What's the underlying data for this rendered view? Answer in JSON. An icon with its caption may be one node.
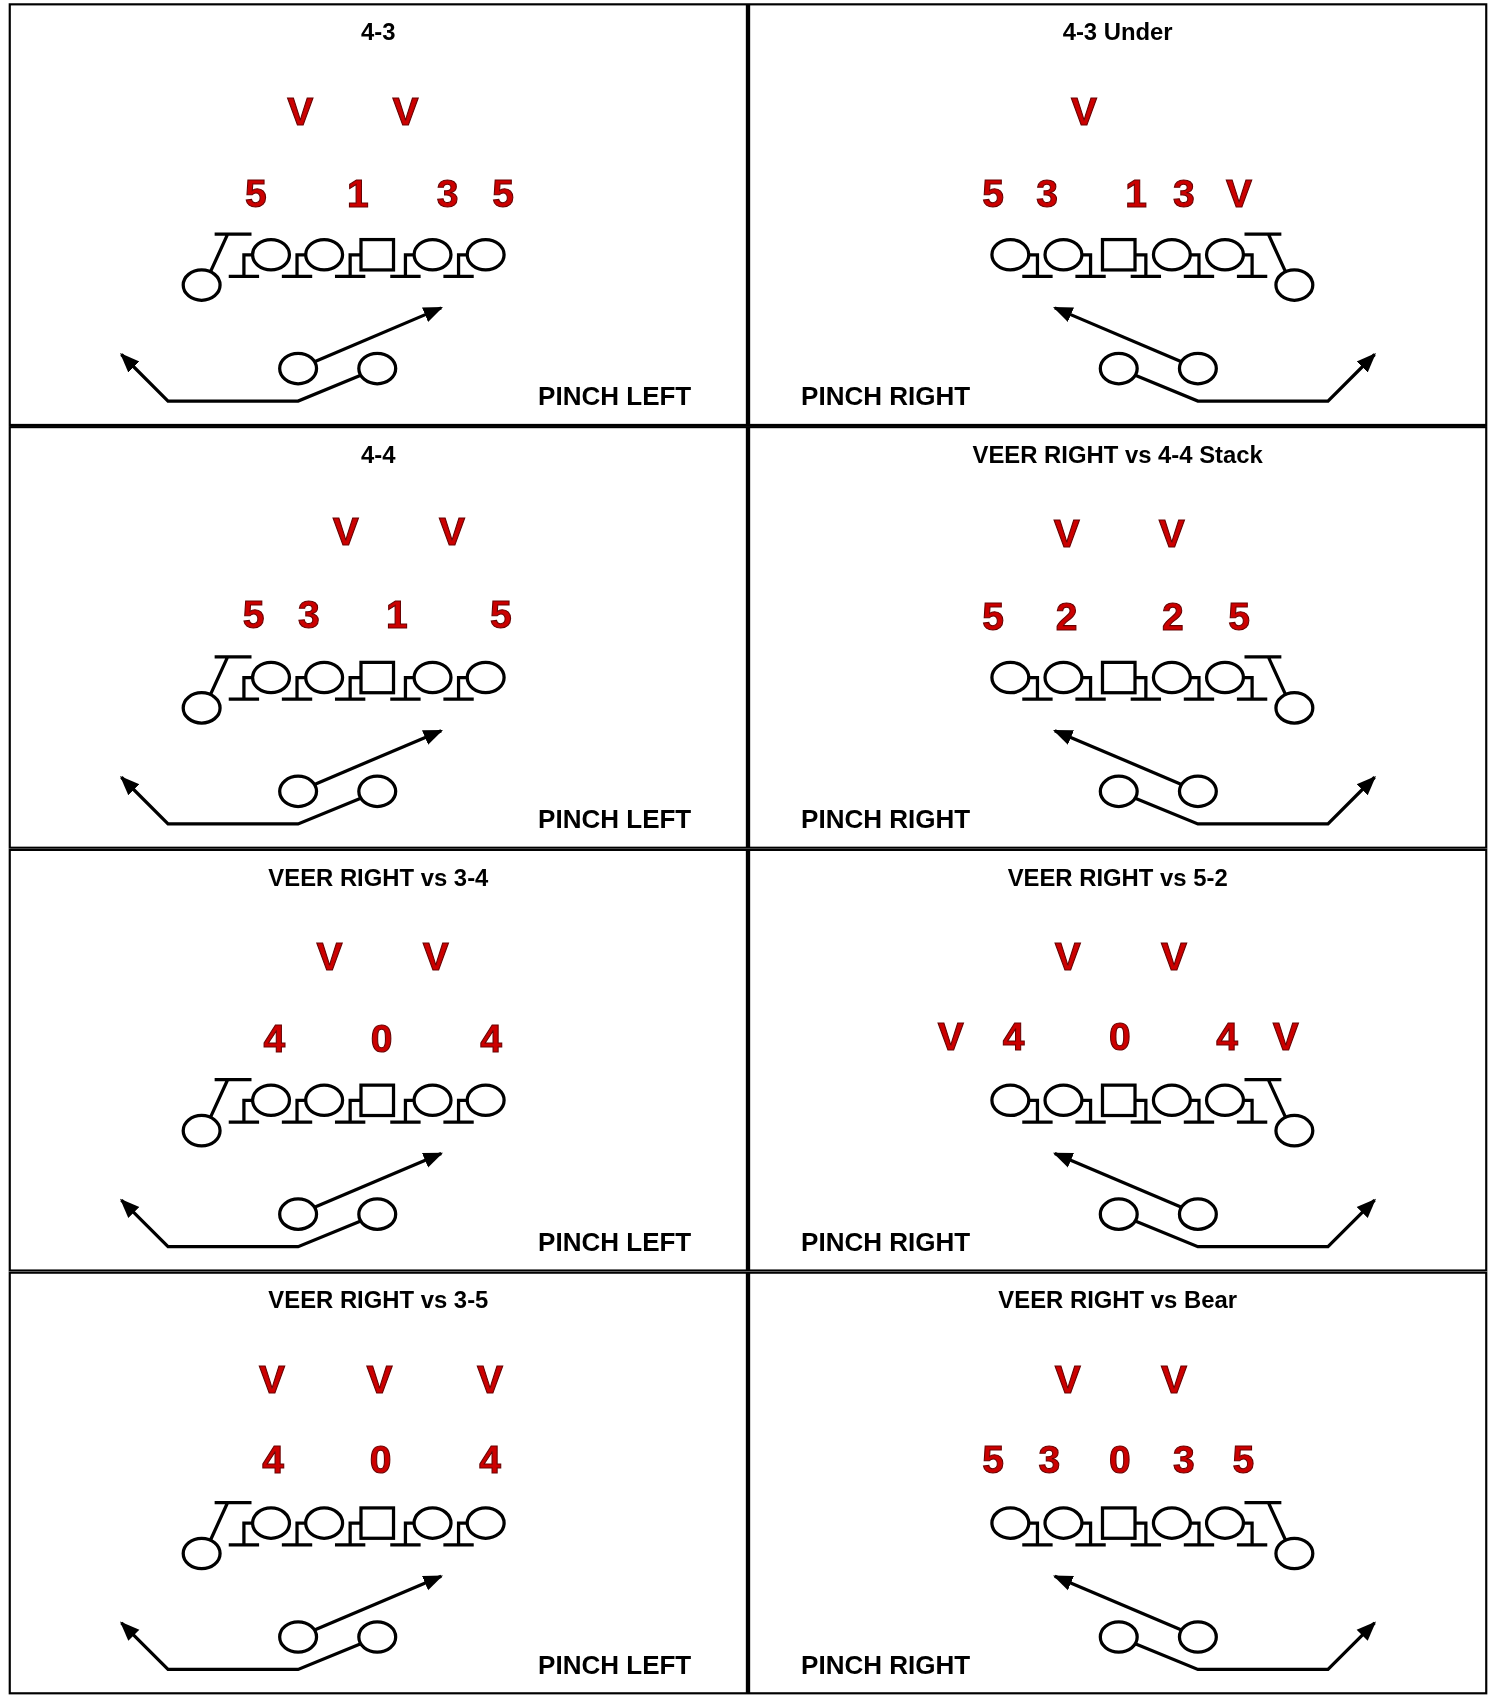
{
  "diagram": {
    "nodes": [
      {
        "text": [
          "4-3",
          "PINCH LEFT"
        ]
      },
      {
        "text": [
          "4-3 Under",
          "PINCH RIGHT"
        ]
      },
      {
        "text": [
          "4-4",
          "PINCH LEFT"
        ]
      },
      {
        "text": [
          "VEER RIGHT vs 4-4 Stack",
          "PINCH RIGHT"
        ]
      },
      {
        "text": [
          "VEER RIGHT vs 3-4",
          "PINCH LEFT"
        ]
      },
      {
        "text": [
          "VEER RIGHT vs 5-2",
          "PINCH RIGHT"
        ]
      },
      {
        "text": [
          "VEER RIGHT vs 3-5",
          "PINCH LEFT"
        ]
      },
      {
        "text": [
          "VEER RIGHT vs Bear",
          "PINCH RIGHT"
        ]
      },
      {
        "text": [],
        "shape": "circle",
        "in": 0
      },
      {
        "text": [],
        "shape": "circle",
        "in": 0
      },
      {
        "text": [],
        "shape": "circle",
        "in": 1
      },
      {
        "text": [],
        "shape": "circle",
        "in": 1
      },
      {
        "text": [],
        "shape": "circle",
        "in": 2
      },
      {
        "text": [],
        "shape": "circle",
        "in": 2
      },
      {
        "text": [],
        "shape": "circle",
        "in": 3
      },
      {
        "text": [],
        "shape": "circle",
        "in": 3
      },
      {
        "text": [],
        "shape": "circle",
        "in": 4
      },
      {
        "text": [],
        "shape": "circle",
        "in": 4
      },
      {
        "text": [],
        "shape": "circle",
        "in": 5
      },
      {
        "text": [],
        "shape": "circle",
        "in": 5
      },
      {
        "text": [],
        "shape": "circle",
        "in": 6
      },
      {
        "text": [],
        "shape": "circle",
        "in": 6
      },
      {
        "text": [],
        "shape": "circle",
        "in": 7
      },
      {
        "text": [],
        "shape": "circle",
        "in": 7
      }
    ],
    "edges": [
      {
        "from": 8,
        "to": null,
        "arrow": "to"
      },
      {
        "from": 9,
        "to": null,
        "arrow": "to"
      },
      {
        "from": 10,
        "to": null,
        "arrow": "to"
      },
      {
        "from": 11,
        "to": null,
        "arrow": "to"
      },
      {
        "from": 12,
        "to": null,
        "arrow": "to"
      },
      {
        "from": 13,
        "to": null,
        "arrow": "to"
      },
      {
        "from": 14,
        "to": null,
        "arrow": "to"
      },
      {
        "from": 15,
        "to": null,
        "arrow": "to"
      },
      {
        "from": 16,
        "to": null,
        "arrow": "to"
      },
      {
        "from": 17,
        "to": null,
        "arrow": "to"
      },
      {
        "from": 18,
        "to": null,
        "arrow": "to"
      },
      {
        "from": 19,
        "to": null,
        "arrow": "to"
      },
      {
        "from": 20,
        "to": null,
        "arrow": "to"
      },
      {
        "from": 21,
        "to": null,
        "arrow": "to"
      },
      {
        "from": 22,
        "to": null,
        "arrow": "to"
      },
      {
        "from": 23,
        "to": null,
        "arrow": "to"
      }
    ],
    "labels": [
      "V",
      "V",
      "5",
      "1",
      "3",
      "5",
      "V",
      "5",
      "3",
      "1",
      "3",
      "V",
      "V",
      "V",
      "5",
      "3",
      "1",
      "5",
      "V",
      "V",
      "5",
      "2",
      "2",
      "5",
      "V",
      "V",
      "4",
      "0",
      "4",
      "V",
      "V",
      "V",
      "4",
      "0",
      "4",
      "V",
      "V",
      "V",
      "V",
      "4",
      "0",
      "4",
      "V",
      "V",
      "5",
      "3",
      "0",
      "3",
      "5"
    ]
  }
}
